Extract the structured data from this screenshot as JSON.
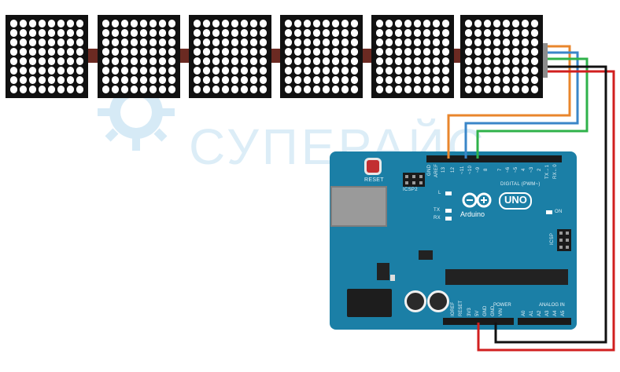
{
  "watermark": {
    "text": "СУПЕРАЙС",
    "gear_icon": "gear-icon"
  },
  "matrices": {
    "count": 6,
    "rows": 8,
    "cols": 8
  },
  "board": {
    "reset_label": "RESET",
    "icsp2_label": "ICSP2",
    "l_label": "L",
    "tx_label": "TX",
    "rx_label": "RX",
    "digital_label": "DIGITAL (PWM~)",
    "logo_text": "UNO",
    "brand_text": "Arduino",
    "on_label": "ON",
    "icsp_label": "ICSP",
    "power_label": "POWER",
    "analog_label": "ANALOG IN",
    "ioref_label": "IOREF",
    "reset_small": "RESET",
    "v33_label": "3V3",
    "v5_label": "5V",
    "gnd1_label": "GND",
    "gnd2_label": "GND",
    "vin_label": "VIN",
    "pin13": "13",
    "pin12": "12",
    "pin11": "~11",
    "pin10": "~10",
    "pin9": "~9",
    "pin8": "8",
    "pin7": "7",
    "pin6": "~6",
    "pin5": "~5",
    "pin4": "4",
    "pin3": "~3",
    "pin2": "2",
    "tx1": "TX→1",
    "rx0": "RX←0",
    "gnd_top": "GND",
    "aref": "AREF",
    "a0": "A0",
    "a1": "A1",
    "a2": "A2",
    "a3": "A3",
    "a4": "A4",
    "a5": "A5"
  },
  "wires": {
    "orange": "#e9862c",
    "blue": "#3a86c8",
    "green": "#2fb24a",
    "red": "#d11f1f",
    "black": "#111111"
  },
  "colors": {
    "board": "#1b7fa6",
    "led_off": "#ffffff",
    "matrix_bg": "#111111"
  }
}
